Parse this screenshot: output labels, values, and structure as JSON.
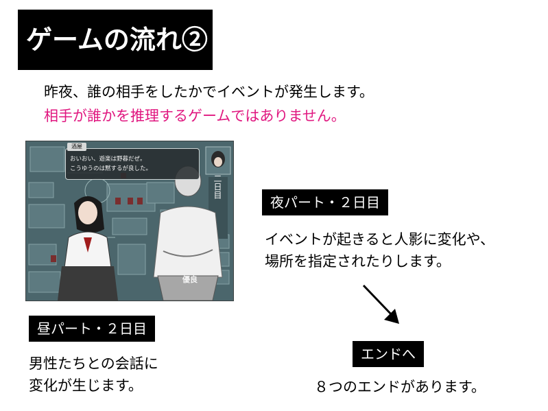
{
  "title": "ゲームの流れ②",
  "intro": {
    "line1": "昨夜、誰の相手をしたかでイベントが発生します。",
    "line2": "相手が誰かを推理するゲームではありません。"
  },
  "night": {
    "label": "夜パート・２日目",
    "desc_line1": "イベントが起きると人影に変化や、",
    "desc_line2": "場所を指定されたりします。"
  },
  "day": {
    "label": "昼パート・２日目",
    "desc_line1": "男性たちとの会話に",
    "desc_line2": "変化が生じます。"
  },
  "end": {
    "label": "エンドへ",
    "desc": "８つのエンドがあります。"
  },
  "game_screen": {
    "speaker": "酒屋",
    "dialog_line1": "おいおい、遊楽は野暮だぜ。",
    "dialog_line2": "こうゆうのは黙するが良した。",
    "day_counter": "二日目",
    "shirt_text": "優良"
  },
  "colors": {
    "accent_pink": "#e0167f",
    "label_bg": "#000000",
    "label_text": "#ffffff",
    "game_bg": "#4b666c"
  }
}
